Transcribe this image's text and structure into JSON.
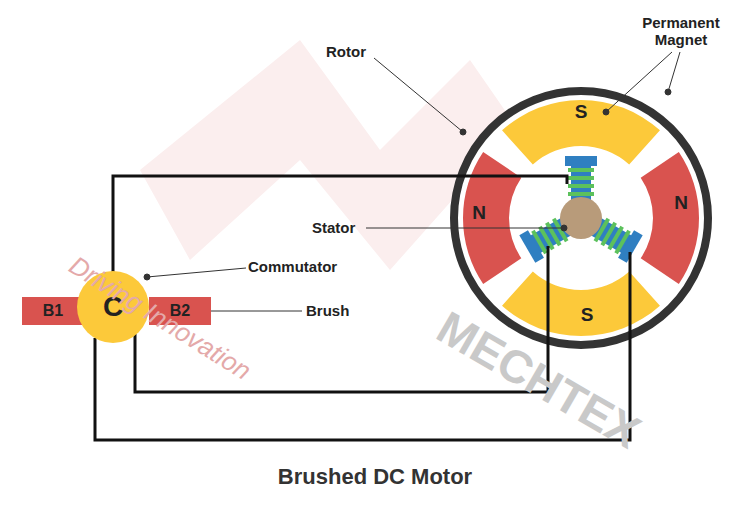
{
  "diagram": {
    "caption": "Brushed DC Motor",
    "nodes": [
      {
        "text": [
          "S"
        ]
      },
      {
        "text": [
          "N"
        ]
      },
      {
        "text": [
          "N"
        ]
      },
      {
        "text": [
          "B1"
        ]
      },
      {
        "text": [
          "C"
        ]
      },
      {
        "text": [
          "B2"
        ]
      },
      {
        "text": [
          "S"
        ]
      }
    ],
    "labels": [
      "Rotor",
      "Permanent Magnet",
      "Stator",
      "Commutator",
      "Brush",
      "Driving Innovation",
      "MECHTEX"
    ]
  }
}
